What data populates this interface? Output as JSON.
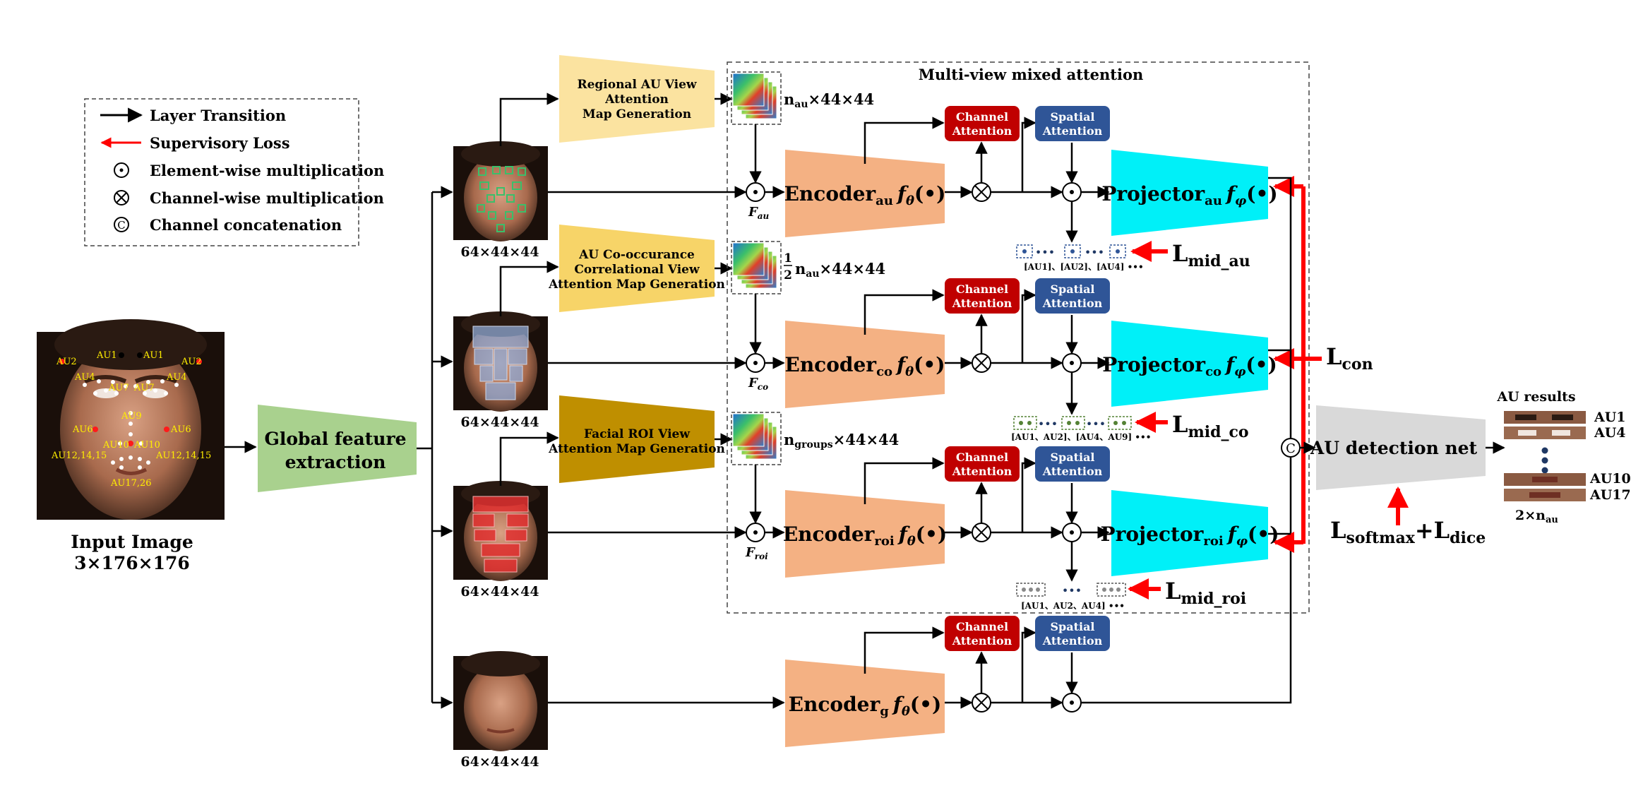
{
  "legend": {
    "items": [
      {
        "label": "Layer Transition",
        "icon": "black-arrow-icon"
      },
      {
        "label": "Supervisory Loss",
        "icon": "red-arrow-icon"
      },
      {
        "label": "Element-wise multiplication",
        "icon": "odot-icon"
      },
      {
        "label": "Channel-wise multiplication",
        "icon": "otimes-icon"
      },
      {
        "label": "Channel concatenation",
        "icon": "circled-c-icon"
      }
    ]
  },
  "input": {
    "title": "Input  Image",
    "dims": "3×176×176",
    "au_labels": [
      "AU1",
      "AU1",
      "AU2",
      "AU2",
      "AU4",
      "AU4",
      "AU7",
      "AU7",
      "AU9",
      "AU6",
      "AU6",
      "AU10",
      "AU10",
      "AU12,14,15",
      "AU12,14,15",
      "AU17,26"
    ]
  },
  "global": {
    "line1": "Global feature",
    "line2": "extraction"
  },
  "view_dims": [
    "64×44×44",
    "64×44×44",
    "64×44×44",
    "64×44×44"
  ],
  "generators": [
    {
      "lines": [
        "Regional AU View",
        "Attention",
        "Map Generation"
      ]
    },
    {
      "lines": [
        "AU Co-occurance",
        "Correlational View",
        "Attention Map Generation"
      ]
    },
    {
      "lines": [
        "Facial ROI View",
        "Attention Map Generation"
      ]
    }
  ],
  "mixed_title": "Multi-view mixed attention",
  "stack_labels": [
    {
      "main": "n",
      "sub": "au",
      "tail": "×44×44"
    },
    {
      "frac_top": "1",
      "frac_bot": "2",
      "main": "n",
      "sub": "au",
      "tail": "×44×44"
    },
    {
      "main": "n",
      "sub": "groups",
      "tail": "×44×44"
    }
  ],
  "f_labels": [
    {
      "main": "F",
      "sub": "au"
    },
    {
      "main": "F",
      "sub": "co"
    },
    {
      "main": "F",
      "sub": "roi"
    }
  ],
  "encoders": [
    {
      "main": "Encoder",
      "sub": "au",
      "func": "f",
      "fsub": "θ",
      "arg": "(•)"
    },
    {
      "main": "Encoder",
      "sub": "co",
      "func": "f",
      "fsub": "θ",
      "arg": "(•)"
    },
    {
      "main": "Encoder",
      "sub": "roi",
      "func": "f",
      "fsub": "θ",
      "arg": "(•)"
    },
    {
      "main": "Encoder",
      "sub": "g",
      "func": "f",
      "fsub": "θ",
      "arg": "(•)"
    }
  ],
  "channel_attention": [
    "Channel",
    "Attention"
  ],
  "spatial_attention": [
    "Spatial",
    "Attention"
  ],
  "projectors": [
    {
      "main": "Projector",
      "sub": "au",
      "func": "f",
      "fsub": "φ",
      "arg": "(•)"
    },
    {
      "main": "Projector",
      "sub": "co",
      "func": "f",
      "fsub": "φ",
      "arg": "(•)"
    },
    {
      "main": "Projector",
      "sub": "roi",
      "func": "f",
      "fsub": "φ",
      "arg": "(•)"
    }
  ],
  "token_captions": [
    "[AU1]、[AU2]、[AU4] •••",
    "[AU1、AU2]、[AU4、AU9] •••",
    "[AU1、AU2、AU4] •••"
  ],
  "ellipsis": "•••",
  "losses": {
    "mid_au": {
      "main": "L",
      "sub": "mid_au"
    },
    "mid_co": {
      "main": "L",
      "sub": "mid_co"
    },
    "mid_roi": {
      "main": "L",
      "sub": "mid_roi"
    },
    "con": {
      "main": "L",
      "sub": "con"
    },
    "final": {
      "l1": "L",
      "s1": "softmax",
      "plus": "+",
      "l2": "L",
      "s2": "dice"
    }
  },
  "detection": {
    "label": "AU detection net"
  },
  "results": {
    "title": "AU results",
    "items": [
      "AU1",
      "AU4",
      "AU10",
      "AU17"
    ],
    "dims_main": "2×n",
    "dims_sub": "au"
  },
  "concat_symbol": "C",
  "colors": {
    "generator_1": "#fbe3a0",
    "generator_2": "#f7d468",
    "generator_3": "#bf8f00",
    "encoder": "#f4b183",
    "projector": "#00f0f8",
    "channel_attention": "#c00000",
    "spatial_attention": "#2f5597",
    "global": "#a9d18e",
    "detection": "#d9d9d9",
    "loss_arrow": "#ff0000"
  }
}
